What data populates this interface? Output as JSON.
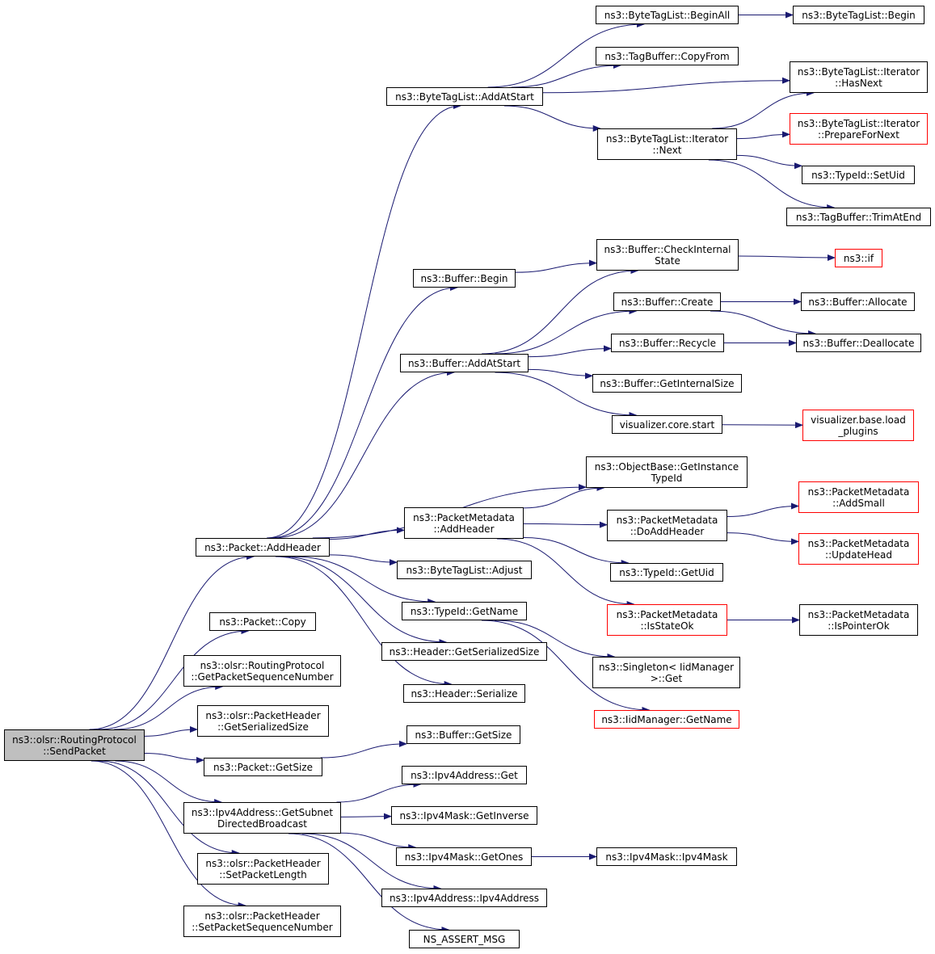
{
  "colors": {
    "edge": "#191970",
    "node_border": "#000000",
    "node_border_truncated": "#ff0000",
    "root_fill": "#bfbfbf"
  },
  "nodes": [
    {
      "id": "root",
      "label": "ns3::olsr::RoutingProtocol\n::SendPacket",
      "style": "root"
    },
    {
      "id": "add_header",
      "label": "ns3::Packet::AddHeader"
    },
    {
      "id": "copy",
      "label": "ns3::Packet::Copy"
    },
    {
      "id": "get_pkt_seq",
      "label": "ns3::olsr::RoutingProtocol\n::GetPacketSequenceNumber"
    },
    {
      "id": "ph_get_ser_size",
      "label": "ns3::olsr::PacketHeader\n::GetSerializedSize"
    },
    {
      "id": "pkt_get_size",
      "label": "ns3::Packet::GetSize"
    },
    {
      "id": "ipv4_get_subnet",
      "label": "ns3::Ipv4Address::GetSubnet\nDirectedBroadcast"
    },
    {
      "id": "set_pkt_len",
      "label": "ns3::olsr::PacketHeader\n::SetPacketLength"
    },
    {
      "id": "set_pkt_seq",
      "label": "ns3::olsr::PacketHeader\n::SetPacketSequenceNumber"
    },
    {
      "id": "btl_add_at_start",
      "label": "ns3::ByteTagList::AddAtStart"
    },
    {
      "id": "buf_begin",
      "label": "ns3::Buffer::Begin"
    },
    {
      "id": "buf_add_at_start",
      "label": "ns3::Buffer::AddAtStart"
    },
    {
      "id": "pm_add_header",
      "label": "ns3::PacketMetadata\n::AddHeader"
    },
    {
      "id": "btl_adjust",
      "label": "ns3::ByteTagList::Adjust"
    },
    {
      "id": "typeid_get_name",
      "label": "ns3::TypeId::GetName"
    },
    {
      "id": "hdr_get_ser_size",
      "label": "ns3::Header::GetSerializedSize"
    },
    {
      "id": "hdr_serialize",
      "label": "ns3::Header::Serialize"
    },
    {
      "id": "buf_get_size",
      "label": "ns3::Buffer::GetSize"
    },
    {
      "id": "ipv4_get",
      "label": "ns3::Ipv4Address::Get"
    },
    {
      "id": "mask_get_inverse",
      "label": "ns3::Ipv4Mask::GetInverse"
    },
    {
      "id": "mask_get_ones",
      "label": "ns3::Ipv4Mask::GetOnes"
    },
    {
      "id": "ipv4_ctor",
      "label": "ns3::Ipv4Address::Ipv4Address"
    },
    {
      "id": "ns_assert_msg",
      "label": "NS_ASSERT_MSG"
    },
    {
      "id": "btl_begin_all",
      "label": "ns3::ByteTagList::BeginAll"
    },
    {
      "id": "tb_copy_from",
      "label": "ns3::TagBuffer::CopyFrom"
    },
    {
      "id": "btl_it_next",
      "label": "ns3::ByteTagList::Iterator\n::Next"
    },
    {
      "id": "buf_check_internal",
      "label": "ns3::Buffer::CheckInternal\nState"
    },
    {
      "id": "buf_create",
      "label": "ns3::Buffer::Create"
    },
    {
      "id": "buf_recycle",
      "label": "ns3::Buffer::Recycle"
    },
    {
      "id": "buf_get_internal_size",
      "label": "ns3::Buffer::GetInternalSize"
    },
    {
      "id": "vis_core_start",
      "label": "visualizer.core.start"
    },
    {
      "id": "objbase_get_inst",
      "label": "ns3::ObjectBase::GetInstance\nTypeId"
    },
    {
      "id": "pm_do_add_header",
      "label": "ns3::PacketMetadata\n::DoAddHeader"
    },
    {
      "id": "typeid_get_uid",
      "label": "ns3::TypeId::GetUid"
    },
    {
      "id": "pm_is_state_ok",
      "label": "ns3::PacketMetadata\n::IsStateOk",
      "style": "red"
    },
    {
      "id": "singleton_get",
      "label": "ns3::Singleton< IidManager\n>::Get"
    },
    {
      "id": "iid_get_name",
      "label": "ns3::IidManager::GetName",
      "style": "red"
    },
    {
      "id": "mask_ctor",
      "label": "ns3::Ipv4Mask::Ipv4Mask"
    },
    {
      "id": "btl_begin",
      "label": "ns3::ByteTagList::Begin"
    },
    {
      "id": "btl_it_has_next",
      "label": "ns3::ByteTagList::Iterator\n::HasNext"
    },
    {
      "id": "btl_it_prepare",
      "label": "ns3::ByteTagList::Iterator\n::PrepareForNext",
      "style": "red"
    },
    {
      "id": "typeid_set_uid",
      "label": "ns3::TypeId::SetUid"
    },
    {
      "id": "tb_trim_at_end",
      "label": "ns3::TagBuffer::TrimAtEnd"
    },
    {
      "id": "ns3_if",
      "label": "ns3::if",
      "style": "red"
    },
    {
      "id": "buf_allocate",
      "label": "ns3::Buffer::Allocate"
    },
    {
      "id": "buf_deallocate",
      "label": "ns3::Buffer::Deallocate"
    },
    {
      "id": "vis_base_load",
      "label": "visualizer.base.load\n_plugins",
      "style": "red"
    },
    {
      "id": "pm_add_small",
      "label": "ns3::PacketMetadata\n::AddSmall",
      "style": "red"
    },
    {
      "id": "pm_update_head",
      "label": "ns3::PacketMetadata\n::UpdateHead",
      "style": "red"
    },
    {
      "id": "pm_is_pointer_ok",
      "label": "ns3::PacketMetadata\n::IsPointerOk"
    }
  ],
  "edges": [
    [
      "root",
      "add_header"
    ],
    [
      "root",
      "copy"
    ],
    [
      "root",
      "get_pkt_seq"
    ],
    [
      "root",
      "ph_get_ser_size"
    ],
    [
      "root",
      "pkt_get_size"
    ],
    [
      "root",
      "ipv4_get_subnet"
    ],
    [
      "root",
      "set_pkt_len"
    ],
    [
      "root",
      "set_pkt_seq"
    ],
    [
      "add_header",
      "btl_add_at_start"
    ],
    [
      "add_header",
      "buf_begin"
    ],
    [
      "add_header",
      "buf_add_at_start"
    ],
    [
      "add_header",
      "objbase_get_inst"
    ],
    [
      "add_header",
      "pm_add_header"
    ],
    [
      "add_header",
      "btl_adjust"
    ],
    [
      "add_header",
      "typeid_get_name"
    ],
    [
      "add_header",
      "hdr_get_ser_size"
    ],
    [
      "add_header",
      "hdr_serialize"
    ],
    [
      "pkt_get_size",
      "buf_get_size"
    ],
    [
      "ipv4_get_subnet",
      "ipv4_get"
    ],
    [
      "ipv4_get_subnet",
      "mask_get_inverse"
    ],
    [
      "ipv4_get_subnet",
      "mask_get_ones"
    ],
    [
      "ipv4_get_subnet",
      "ipv4_ctor"
    ],
    [
      "ipv4_get_subnet",
      "ns_assert_msg"
    ],
    [
      "btl_add_at_start",
      "btl_begin_all"
    ],
    [
      "btl_add_at_start",
      "tb_copy_from"
    ],
    [
      "btl_add_at_start",
      "btl_it_has_next"
    ],
    [
      "btl_add_at_start",
      "btl_it_next"
    ],
    [
      "buf_begin",
      "buf_check_internal"
    ],
    [
      "buf_add_at_start",
      "buf_check_internal"
    ],
    [
      "buf_add_at_start",
      "buf_create"
    ],
    [
      "buf_add_at_start",
      "buf_recycle"
    ],
    [
      "buf_add_at_start",
      "buf_get_internal_size"
    ],
    [
      "buf_add_at_start",
      "vis_core_start"
    ],
    [
      "pm_add_header",
      "objbase_get_inst"
    ],
    [
      "pm_add_header",
      "pm_do_add_header"
    ],
    [
      "pm_add_header",
      "typeid_get_uid"
    ],
    [
      "pm_add_header",
      "pm_is_state_ok"
    ],
    [
      "typeid_get_name",
      "singleton_get"
    ],
    [
      "typeid_get_name",
      "iid_get_name"
    ],
    [
      "mask_get_ones",
      "mask_ctor"
    ],
    [
      "btl_begin_all",
      "btl_begin"
    ],
    [
      "btl_it_next",
      "btl_it_has_next"
    ],
    [
      "btl_it_next",
      "btl_it_prepare"
    ],
    [
      "btl_it_next",
      "typeid_set_uid"
    ],
    [
      "btl_it_next",
      "tb_trim_at_end"
    ],
    [
      "buf_check_internal",
      "ns3_if"
    ],
    [
      "buf_create",
      "buf_allocate"
    ],
    [
      "buf_create",
      "buf_deallocate"
    ],
    [
      "buf_recycle",
      "buf_deallocate"
    ],
    [
      "vis_core_start",
      "vis_base_load"
    ],
    [
      "pm_do_add_header",
      "pm_add_small"
    ],
    [
      "pm_do_add_header",
      "pm_update_head"
    ],
    [
      "pm_is_state_ok",
      "pm_is_pointer_ok"
    ]
  ]
}
